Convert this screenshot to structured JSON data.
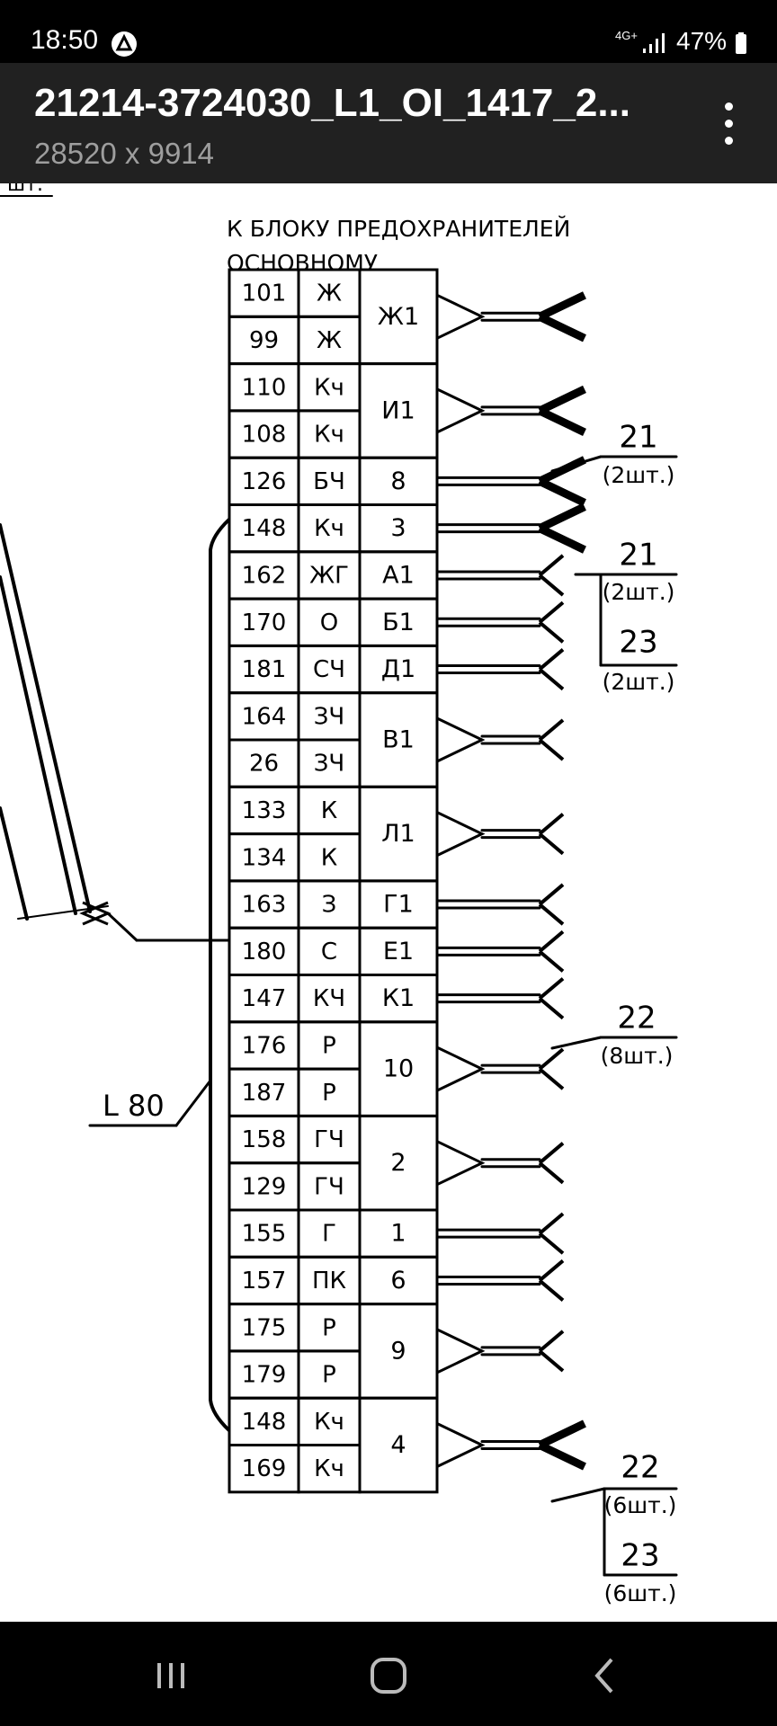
{
  "status_bar": {
    "time": "18:50",
    "network": "4G+",
    "battery": "47%",
    "icons": [
      "app-notification-icon",
      "signal-icon",
      "battery-icon"
    ]
  },
  "app_bar": {
    "title": "21214-3724030_L1_OI_1417_2...",
    "dimensions": "28520 x 9914",
    "menu_icon": "more-vert-icon"
  },
  "drawing": {
    "top_fragment": "шт.",
    "header_line1": "К БЛОКУ ПРЕДОХРАНИТЕЛЕЙ",
    "header_line2": "ОСНОВНОМУ",
    "length_label": "L 80",
    "rows": [
      {
        "number": "101",
        "color": "Ж"
      },
      {
        "number": "99",
        "color": "Ж"
      },
      {
        "number": "110",
        "color": "Кч"
      },
      {
        "number": "108",
        "color": "Кч"
      },
      {
        "number": "126",
        "color": "БЧ"
      },
      {
        "number": "148",
        "color": "Кч"
      },
      {
        "number": "162",
        "color": "ЖГ"
      },
      {
        "number": "170",
        "color": "О"
      },
      {
        "number": "181",
        "color": "СЧ"
      },
      {
        "number": "164",
        "color": "ЗЧ"
      },
      {
        "number": "26",
        "color": "ЗЧ"
      },
      {
        "number": "133",
        "color": "К"
      },
      {
        "number": "134",
        "color": "К"
      },
      {
        "number": "163",
        "color": "З"
      },
      {
        "number": "180",
        "color": "С"
      },
      {
        "number": "147",
        "color": "КЧ"
      },
      {
        "number": "176",
        "color": "Р"
      },
      {
        "number": "187",
        "color": "Р"
      },
      {
        "number": "158",
        "color": "ГЧ"
      },
      {
        "number": "129",
        "color": "ГЧ"
      },
      {
        "number": "155",
        "color": "Г"
      },
      {
        "number": "157",
        "color": "ПК"
      },
      {
        "number": "175",
        "color": "Р"
      },
      {
        "number": "179",
        "color": "Р"
      },
      {
        "number": "148",
        "color": "Кч"
      },
      {
        "number": "169",
        "color": "Кч"
      }
    ],
    "groups": [
      {
        "label": "Ж1",
        "start": 0,
        "span": 2
      },
      {
        "label": "И1",
        "start": 2,
        "span": 2
      },
      {
        "label": "8",
        "start": 4,
        "span": 1
      },
      {
        "label": "3",
        "start": 5,
        "span": 1
      },
      {
        "label": "А1",
        "start": 6,
        "span": 1
      },
      {
        "label": "Б1",
        "start": 7,
        "span": 1
      },
      {
        "label": "Д1",
        "start": 8,
        "span": 1
      },
      {
        "label": "В1",
        "start": 9,
        "span": 2
      },
      {
        "label": "Л1",
        "start": 11,
        "span": 2
      },
      {
        "label": "Г1",
        "start": 13,
        "span": 1
      },
      {
        "label": "Е1",
        "start": 14,
        "span": 1
      },
      {
        "label": "К1",
        "start": 15,
        "span": 1
      },
      {
        "label": "10",
        "start": 16,
        "span": 2
      },
      {
        "label": "2",
        "start": 18,
        "span": 2
      },
      {
        "label": "1",
        "start": 20,
        "span": 1
      },
      {
        "label": "6",
        "start": 21,
        "span": 1
      },
      {
        "label": "9",
        "start": 22,
        "span": 2
      },
      {
        "label": "4",
        "start": 24,
        "span": 2
      }
    ],
    "callouts": [
      {
        "number": "21",
        "qty": "(2шт.)"
      },
      {
        "number": "21",
        "qty": "(2шт.)"
      },
      {
        "number": "23",
        "qty": "(2шт.)"
      },
      {
        "number": "22",
        "qty": "(8шт.)"
      },
      {
        "number": "22",
        "qty": "(6шт.)"
      },
      {
        "number": "23",
        "qty": "(6шт.)"
      }
    ]
  },
  "nav_bar": {
    "icons": [
      "recent-apps-icon",
      "home-icon",
      "back-icon"
    ]
  }
}
